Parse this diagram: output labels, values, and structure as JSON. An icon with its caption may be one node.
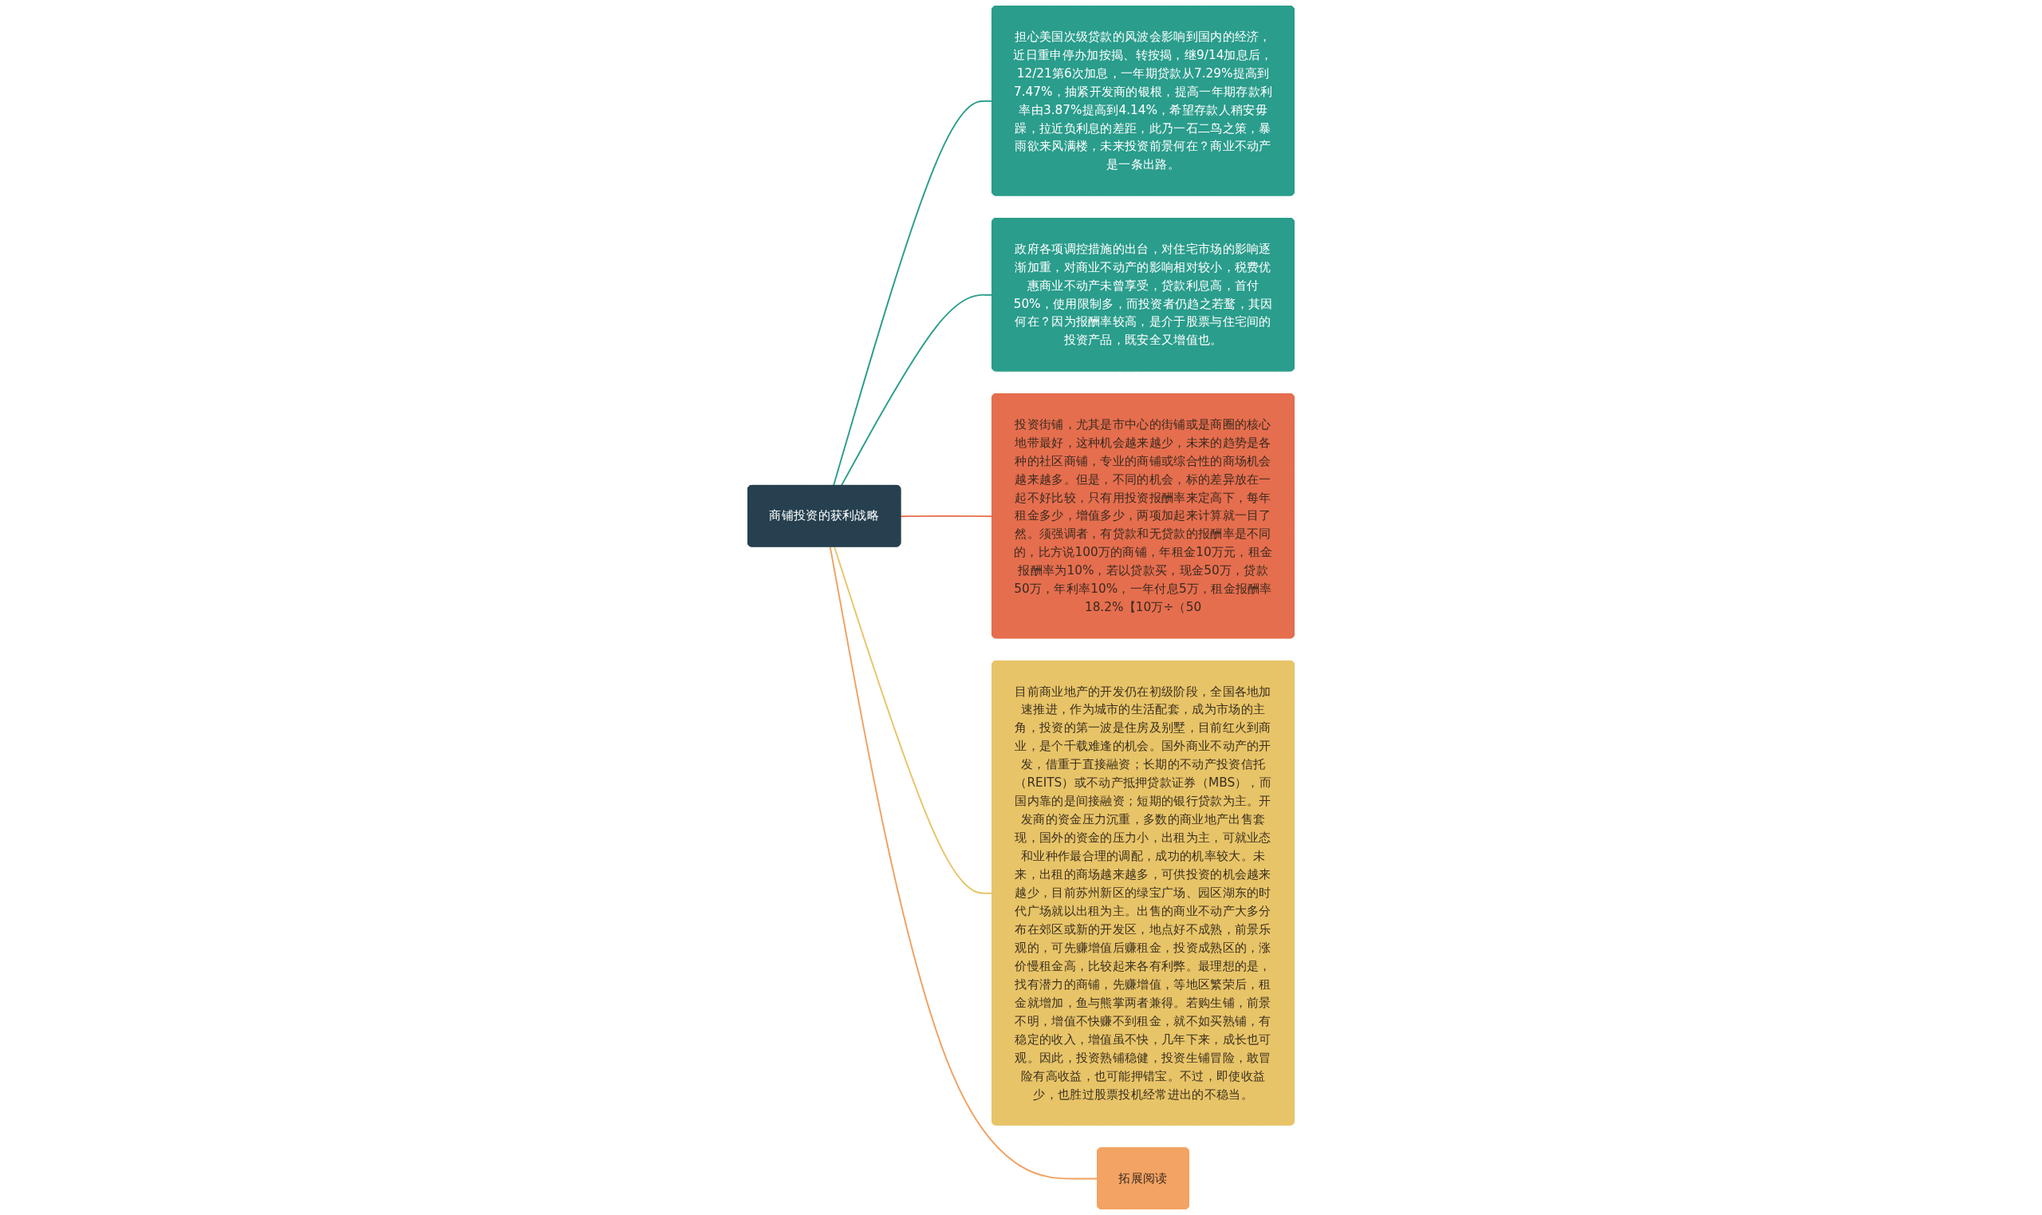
{
  "diagram": {
    "nodes": [
      {
        "text": [
          "商铺投资的获利战略"
        ]
      },
      {
        "text": [
          "担心美国次级贷款的风波会影响到国内的经济，近日重申停办加按揭、转按揭，继9/14加息后，12/21第6次加息，一年期贷款从7.29%提高到7.47%，抽紧开发商的银根，提高一年期存款利率由3.87%提高到4.14%，希望存款人稍安毋躁，拉近负利息的差距，此乃一石二鸟之策，暴雨欲来风满楼，未来投资前景何在？商业不动产是一条出路。"
        ]
      },
      {
        "text": [
          "政府各项调控措施的出台，对住宅市场的影响逐渐加重，对商业不动产的影响相对较小，税费优惠商业不动产未曾享受，贷款利息高，首付50%，使用限制多，而投资者仍趋之若鹜，其因何在？因为报酬率较高，是介于股票与住宅间的投资产品，既安全又增值也。"
        ]
      },
      {
        "text": [
          "投资街铺，尤其是市中心的街铺或是商圈的核心地带最好，这种机会越来越少，未来的趋势是各种的社区商铺，专业的商铺或综合性的商场机会越来越多。但是，不同的机会，标的差异放在一起不好比较，只有用投资报酬率来定高下，每年租金多少，增值多少，两项加起来计算就一目了然。须强调者，有贷款和无贷款的报酬率是不同的，比方说100万的商铺，年租金10万元，租金报酬率为10%，若以贷款买，现金50万，贷款50万，年利率10%，一年付息5万，租金报酬率18.2%【10万÷（50"
        ]
      },
      {
        "text": [
          "目前商业地产的开发仍在初级阶段，全国各地加速推进，作为城市的生活配套，成为市场的主角，投资的第一波是住房及别墅，目前红火到商业，是个千载难逢的机会。国外商业不动产的开发，借重于直接融资；长期的不动产投资信托（REITS）或不动产抵押贷款证券（MBS），而国内靠的是间接融资；短期的银行贷款为主。开发商的资金压力沉重，多数的商业地产出售套现，国外的资金的压力小，出租为主，可就业态和业种作最合理的调配，成功的机率较大。未来，出租的商场越来越多，可供投资的机会越来越少，目前苏州新区的绿宝广场、园区湖东的时代广场就以出租为主。出售的商业不动产大多分布在郊区或新的开发区，地点好不成熟，前景乐观的，可先赚增值后赚租金，投资成熟区的，涨价慢租金高，比较起来各有利弊。最理想的是，找有潜力的商铺，先赚增值，等地区繁荣后，租金就增加，鱼与熊掌两者兼得。若购生铺，前景不明，增值不快赚不到租金，就不如买熟铺，有稳定的收入，增值虽不快，几年下来，成长也可观。因此，投资熟铺稳健，投资生铺冒险，敢冒险有高收益，也可能押错宝。不过，即使收益少，也胜过股票投机经常进出的不稳当。"
        ]
      },
      {
        "text": [
          "拓展阅读"
        ]
      }
    ],
    "edges": [
      {
        "from": 0,
        "to": 1,
        "arrow": "none",
        "color": "#2a9d8c"
      },
      {
        "from": 0,
        "to": 2,
        "arrow": "none",
        "color": "#2a9d8c"
      },
      {
        "from": 0,
        "to": 3,
        "arrow": "none",
        "color": "#e56e4e"
      },
      {
        "from": 0,
        "to": 4,
        "arrow": "none",
        "color": "#e8c468"
      },
      {
        "from": 0,
        "to": 5,
        "arrow": "none",
        "color": "#f0a060"
      }
    ]
  }
}
